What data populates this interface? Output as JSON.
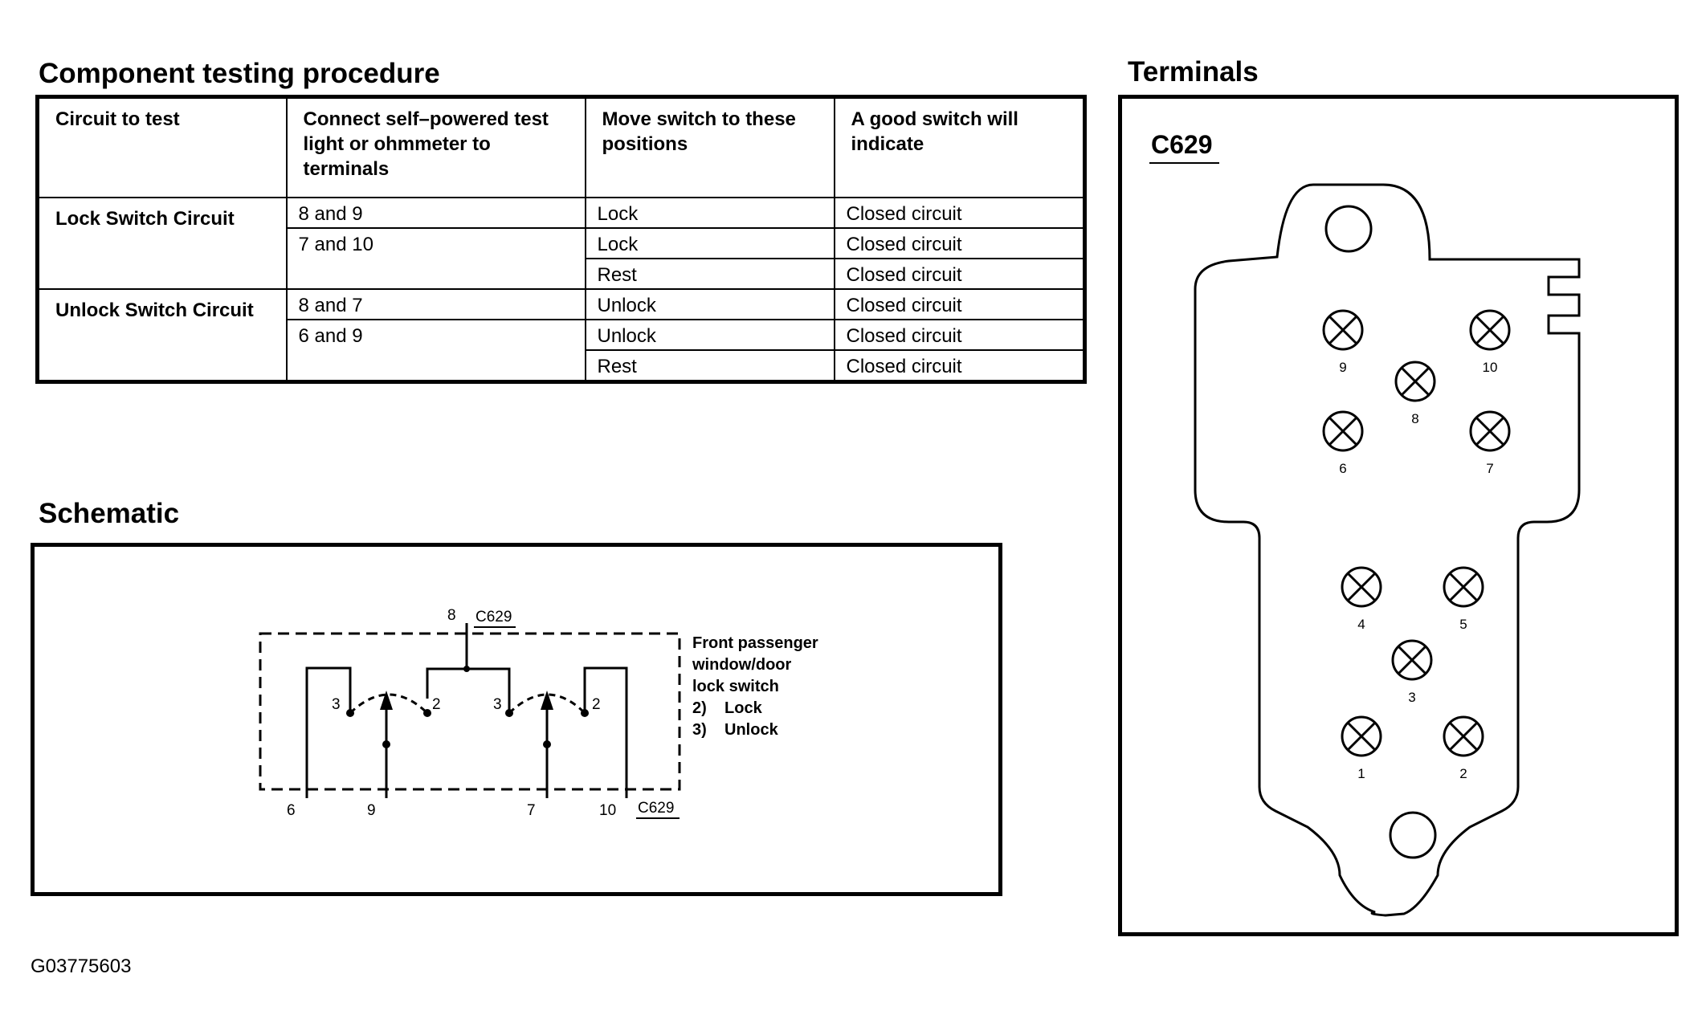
{
  "procedure": {
    "title": "Component testing procedure",
    "headers": [
      "Circuit to test",
      "Connect self–powered test light or ohmmeter to terminals",
      "Move switch to these positions",
      "A good switch will indicate"
    ],
    "circuits": [
      {
        "name": "Lock Switch Circuit",
        "rows": [
          {
            "terminals": "8 and 9",
            "position": "Lock",
            "result": "Closed circuit"
          },
          {
            "terminals": "7 and 10",
            "position": "Lock",
            "result": "Closed circuit"
          },
          {
            "terminals": "",
            "position": "Rest",
            "result": "Closed circuit"
          }
        ]
      },
      {
        "name": "Unlock Switch Circuit",
        "rows": [
          {
            "terminals": "8 and 7",
            "position": "Unlock",
            "result": "Closed circuit"
          },
          {
            "terminals": "6 and 9",
            "position": "Unlock",
            "result": "Closed circuit"
          },
          {
            "terminals": "",
            "position": "Rest",
            "result": "Closed circuit"
          }
        ]
      }
    ]
  },
  "schematic": {
    "title": "Schematic",
    "connector_top": "C629",
    "connector_bottom": "C629",
    "pin_top": "8",
    "bottom_pins": [
      "6",
      "9",
      "7",
      "10"
    ],
    "contact_labels": [
      "3",
      "2",
      "3",
      "2"
    ],
    "description": [
      "Front passenger",
      "window/door",
      "lock switch",
      "2)    Lock",
      "3)    Unlock"
    ]
  },
  "terminals": {
    "title": "Terminals",
    "connector": "C629",
    "pins": [
      "9",
      "10",
      "8",
      "6",
      "7",
      "4",
      "5",
      "3",
      "1",
      "2"
    ]
  },
  "figure_id": "G03775603"
}
